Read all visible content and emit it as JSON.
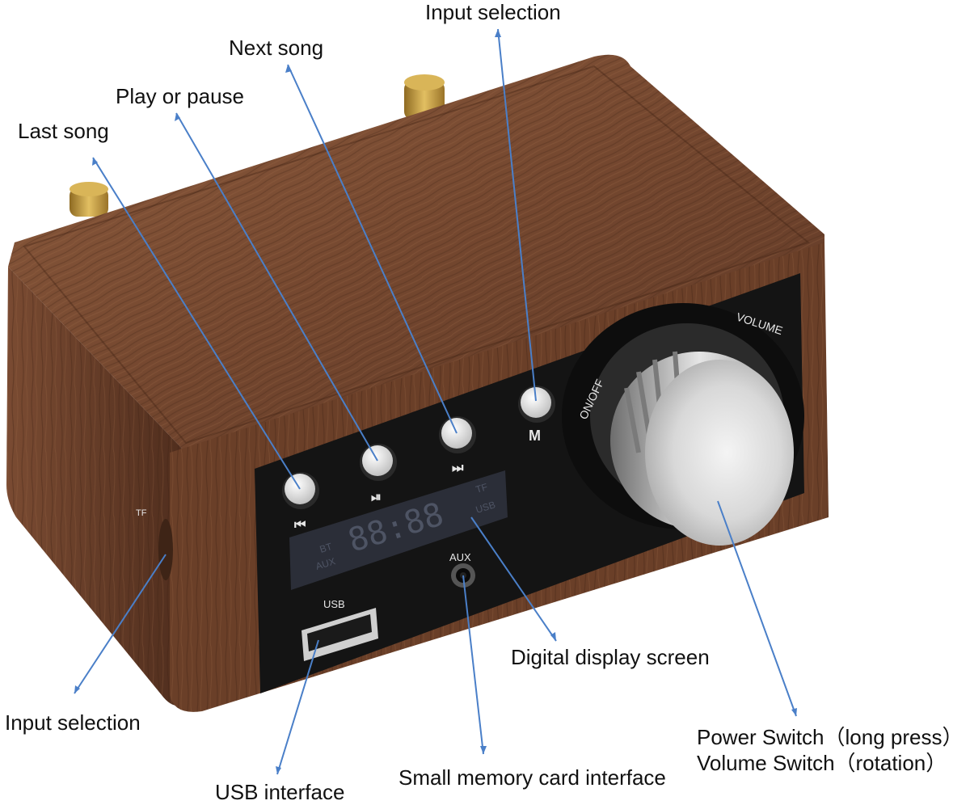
{
  "colors": {
    "leader_line": "#4a7fc8",
    "wood_light": "#8a5a3c",
    "wood_dark": "#5a3422",
    "panel": "#141414",
    "lcd": "#2a2d38",
    "lcd_segments": "#4b5060",
    "knob": "#d9d9d9",
    "gold": "#c9a040"
  },
  "callouts": {
    "input_selection_top": "Input selection",
    "next_song": "Next song",
    "play_or_pause": "Play or pause",
    "last_song": "Last song",
    "input_selection_left": "Input selection",
    "usb_interface": "USB interface",
    "small_memory_card_interface": "Small memory card interface",
    "digital_display_screen": "Digital display screen",
    "power_switch": "Power Switch（long press）",
    "volume_switch": "Volume Switch（rotation）"
  },
  "device_labels": {
    "tf_side": "TF",
    "usb": "USB",
    "aux": "AUX",
    "volume": "VOLUME",
    "on_off": "ON/OFF",
    "mode_button": "M",
    "lcd_bt": "BT",
    "lcd_aux": "AUX",
    "lcd_tf": "TF",
    "lcd_usb": "USB",
    "lcd_digits": "88:88",
    "prev_symbol": "⏮",
    "playpause_symbol": "⏯",
    "next_symbol": "⏭"
  }
}
